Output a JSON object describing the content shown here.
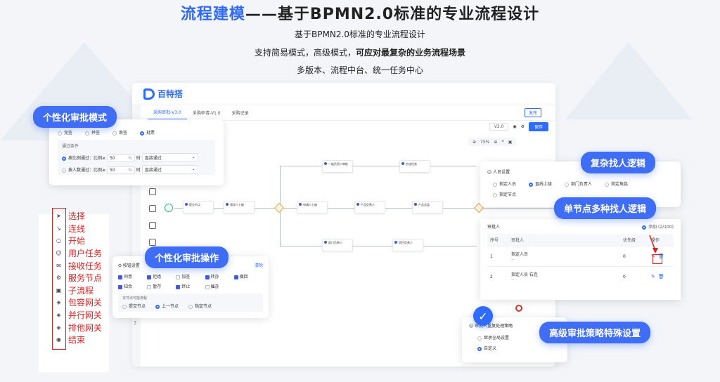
{
  "headline": {
    "highlight": "流程建模",
    "rest": "——基于BPMN2.0标准的专业流程设计"
  },
  "sublines": [
    {
      "text": "基于BPMN2.0标准的专业流程设计",
      "bold": ""
    },
    {
      "text": "支持简易模式，高级模式，",
      "bold": "可应对最复杂的业务流程场景"
    },
    {
      "text": "多版本、流程中台、统一任务中心",
      "bold": ""
    }
  ],
  "app": {
    "logo": "百特搭",
    "tabs": [
      "采购审批-V3.0",
      "采购申请-V1.0",
      "采购记录"
    ],
    "publish": "发布",
    "version": "V3.0",
    "save": "保存",
    "zoom": "75%"
  },
  "nodes": {
    "n1": "提交节点",
    "n2": "领导人上级",
    "n3": "一级负责人审批",
    "n4": "抄送任务",
    "n5": "申请人上级",
    "n6": "产品负责人",
    "n7": "产品总监",
    "n8": "部门负责人",
    "n9": "项目负责人"
  },
  "mode_card": {
    "options": [
      "竞签",
      "并签",
      "串签",
      "批票"
    ],
    "section": "通过条件",
    "row1": {
      "label": "按比例通过：比例≥",
      "value": "50",
      "unit": "%",
      "mid": "时",
      "select": "直接通过"
    },
    "row2": {
      "label": "按人数通过：比例≥",
      "value": "50",
      "unit": "%",
      "mid": "时",
      "select": "直接通过"
    }
  },
  "ops_card": {
    "title": "按钮设置",
    "reset": "清除",
    "checks": [
      "同意",
      "拒绝",
      "加签",
      "转办",
      "撤回",
      "知会",
      "暂存",
      "终止",
      "催办"
    ],
    "section": "本节点可能流程",
    "backs": [
      "提交节点",
      "上一节点",
      "指定节点"
    ]
  },
  "people_card": {
    "title": "人员设置",
    "options": [
      "指定人员",
      "直线上级",
      "部门负责人",
      "指定角色",
      "指定节点"
    ]
  },
  "approver_card": {
    "title": "审批人",
    "add": "添加 (2/100)",
    "headers": [
      "序号",
      "审批人",
      "优先级",
      "操作"
    ],
    "rows": [
      {
        "no": "1",
        "name": "指定人员",
        "sub": "--",
        "prio": "0"
      },
      {
        "no": "2",
        "name": "指定人员 石垚",
        "sub": "--",
        "prio": "0"
      }
    ]
  },
  "dup_card": {
    "title": "审批人重复处理策略",
    "options": [
      "继承全局设置",
      "自定义"
    ]
  },
  "pills": {
    "mode": "个性化审批模式",
    "ops": "个性化审批操作",
    "complex": "复杂找人逻辑",
    "single": "单节点多种找人逻辑",
    "strategy": "高级审批策略特殊设置"
  },
  "legend": [
    {
      "icon": "pointer-icon",
      "label": "选择"
    },
    {
      "icon": "connect-icon",
      "label": "连线"
    },
    {
      "icon": "start-icon",
      "label": "开始"
    },
    {
      "icon": "user-task-icon",
      "label": "用户任务"
    },
    {
      "icon": "receive-task-icon",
      "label": "接收任务"
    },
    {
      "icon": "service-icon",
      "label": "服务节点"
    },
    {
      "icon": "subprocess-icon",
      "label": "子流程"
    },
    {
      "icon": "inclusive-gateway-icon",
      "label": "包容网关"
    },
    {
      "icon": "parallel-gateway-icon",
      "label": "并行网关"
    },
    {
      "icon": "exclusive-gateway-icon",
      "label": "排他网关"
    },
    {
      "icon": "end-icon",
      "label": "结束"
    }
  ]
}
